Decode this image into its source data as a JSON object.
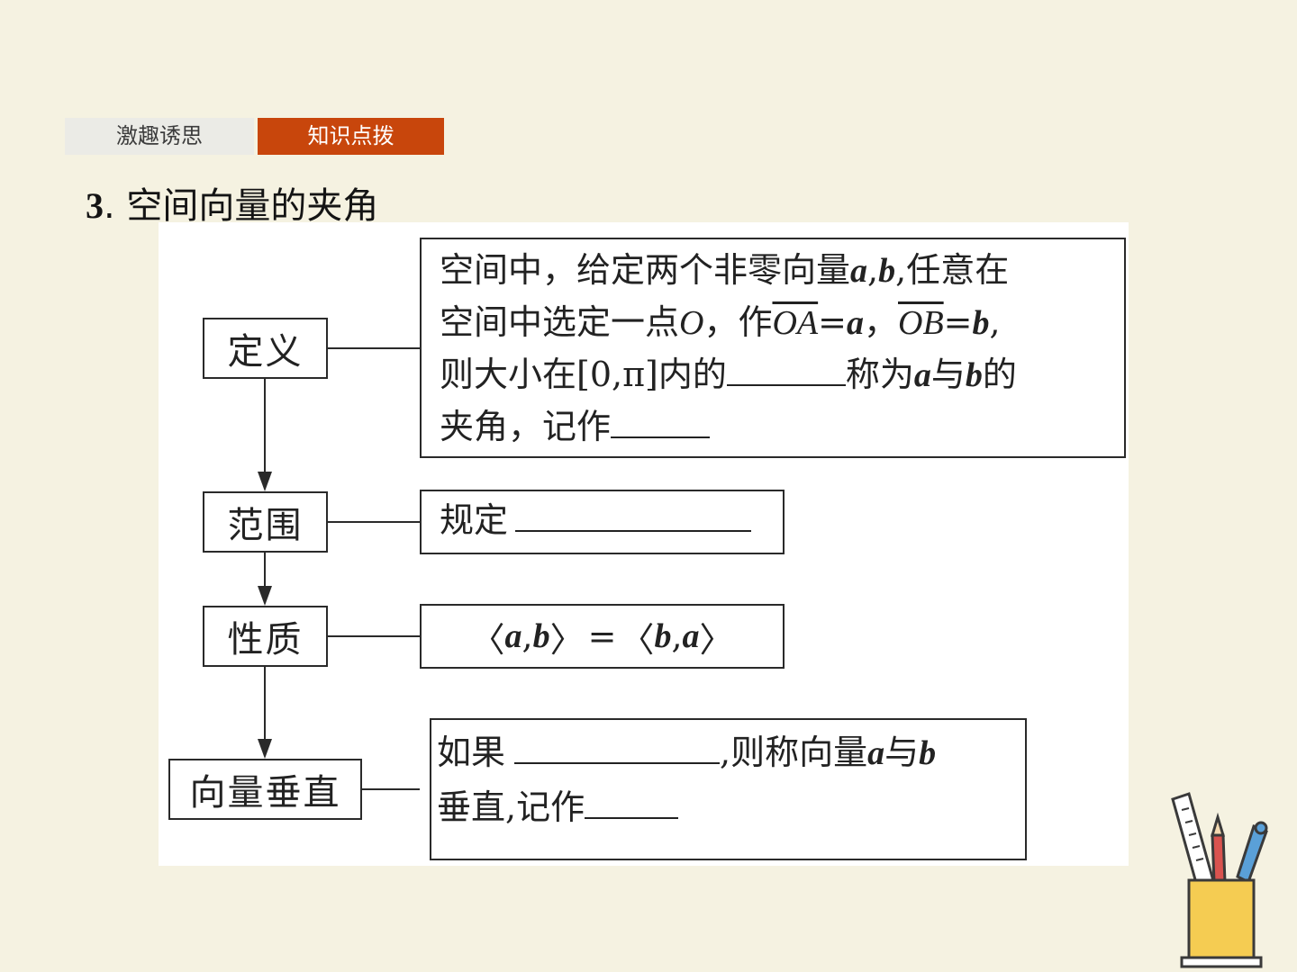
{
  "tabs": {
    "inactive": "激趣诱思",
    "active": "知识点拨"
  },
  "heading": {
    "number": "3",
    "sep": ".",
    "title": " 空间向量的夹角"
  },
  "diagram": {
    "labels": {
      "definition": "定义",
      "range": "范围",
      "property": "性质",
      "perpendicular": "向量垂直"
    },
    "definition_text": {
      "l1a": "空间中，给定两个非零向量",
      "l1_a": "a",
      "l1_comma": ",",
      "l1_b": "b",
      "l1b": ",任意在",
      "l2a": "空间中选定一点",
      "l2_O": "O",
      "l2b": "，作",
      "l2_OA": "OA",
      "l2_eq1": "=",
      "l2_a": "a",
      "l2c": "，",
      "l2_OB": "OB",
      "l2_eq2": "=",
      "l2_b": "b",
      "l2d": ",",
      "l3a": "则大小在[0,π]内的",
      "l3b": "称为",
      "l3_a": "a",
      "l3c": "与",
      "l3_b": "b",
      "l3d": "的",
      "l4a": "夹角，记作"
    },
    "range_text": "规定",
    "property_text": {
      "lt1": "〈",
      "a1": "a",
      "c1": ",",
      "b1": "b",
      "gt1": "〉",
      "eq": "=",
      "lt2": "〈",
      "b2": "b",
      "c2": ",",
      "a2": "a",
      "gt2": "〉"
    },
    "perp_text": {
      "l1a": "如果",
      "l1b": ",则称向量",
      "l1_a": "a",
      "l1c": "与",
      "l1_b": "b",
      "l2a": "垂直,记作"
    }
  },
  "colors": {
    "background": "#f5f2e1",
    "accent": "#c8460c",
    "tab_inactive": "#ebebe6"
  },
  "icons": {
    "decoration": "pencil-cup-icon"
  }
}
